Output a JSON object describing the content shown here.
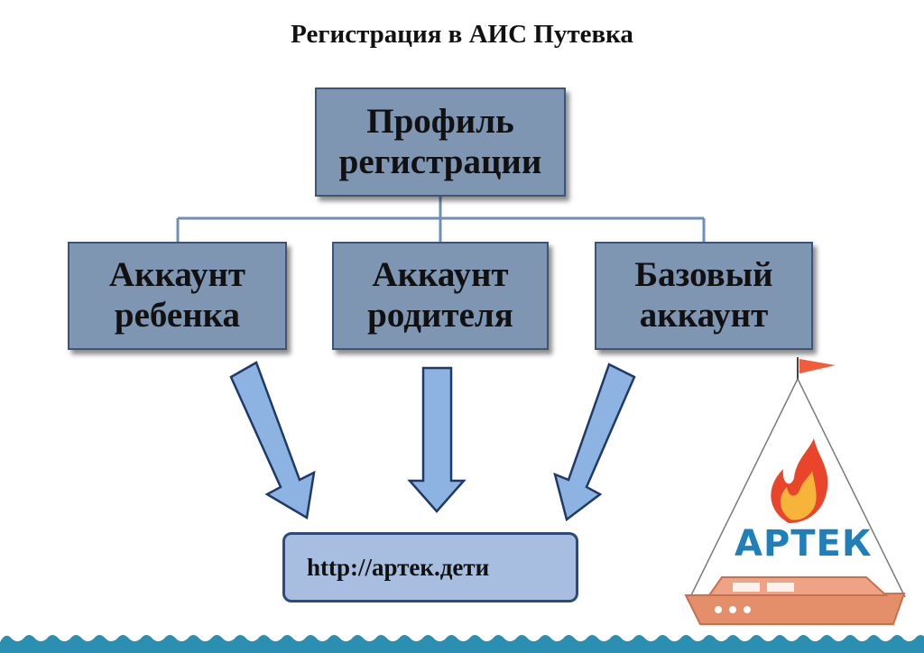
{
  "title": "Регистрация в АИС Путевка",
  "root": {
    "line1": "Профиль",
    "line2": "регистрации"
  },
  "children": [
    {
      "line1": "Аккаунт",
      "line2": "ребенка"
    },
    {
      "line1": "Аккаунт",
      "line2": "родителя"
    },
    {
      "line1": "Базовый",
      "line2": "аккаунт"
    }
  ],
  "target_url": "http://артек.дети",
  "logo_text": "АРТЕК",
  "colors": {
    "box_fill": "#7f96b3",
    "box_border": "#3d5478",
    "arrow_fill": "#8db3e2",
    "arrow_stroke": "#1f3a66",
    "connector": "#6e8fb8",
    "url_fill": "#a8bee0",
    "wave": "#2a8fb0",
    "boat": "#e28b64"
  }
}
